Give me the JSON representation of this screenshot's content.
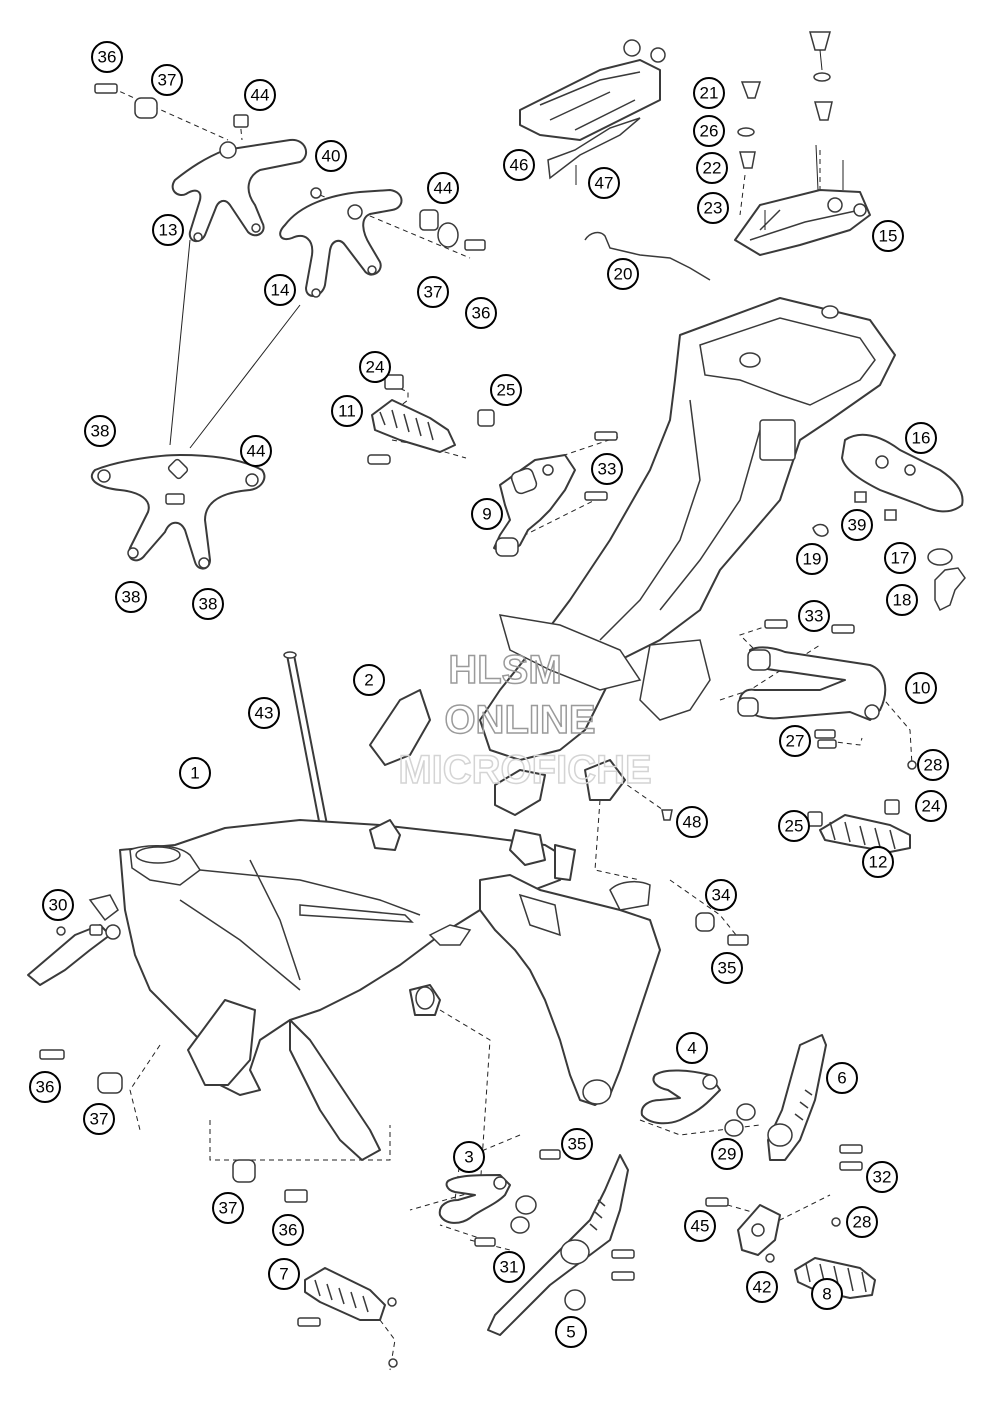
{
  "watermark": {
    "line1": "HLSM",
    "line2": "ONLINE",
    "line3": "MICROFICHE"
  },
  "callouts": [
    {
      "id": "c1",
      "label": "1"
    },
    {
      "id": "c2",
      "label": "2"
    },
    {
      "id": "c3",
      "label": "3"
    },
    {
      "id": "c4",
      "label": "4"
    },
    {
      "id": "c5",
      "label": "5"
    },
    {
      "id": "c6",
      "label": "6"
    },
    {
      "id": "c7",
      "label": "7"
    },
    {
      "id": "c8",
      "label": "8"
    },
    {
      "id": "c9",
      "label": "9"
    },
    {
      "id": "c10",
      "label": "10"
    },
    {
      "id": "c11",
      "label": "11"
    },
    {
      "id": "c12",
      "label": "12"
    },
    {
      "id": "c13",
      "label": "13"
    },
    {
      "id": "c14",
      "label": "14"
    },
    {
      "id": "c15",
      "label": "15"
    },
    {
      "id": "c16",
      "label": "16"
    },
    {
      "id": "c17",
      "label": "17"
    },
    {
      "id": "c18",
      "label": "18"
    },
    {
      "id": "c19",
      "label": "19"
    },
    {
      "id": "c20",
      "label": "20"
    },
    {
      "id": "c21",
      "label": "21"
    },
    {
      "id": "c22",
      "label": "22"
    },
    {
      "id": "c23",
      "label": "23"
    },
    {
      "id": "c24a",
      "label": "24"
    },
    {
      "id": "c24b",
      "label": "24"
    },
    {
      "id": "c25a",
      "label": "25"
    },
    {
      "id": "c25b",
      "label": "25"
    },
    {
      "id": "c26",
      "label": "26"
    },
    {
      "id": "c27",
      "label": "27"
    },
    {
      "id": "c28a",
      "label": "28"
    },
    {
      "id": "c28b",
      "label": "28"
    },
    {
      "id": "c29",
      "label": "29"
    },
    {
      "id": "c30",
      "label": "30"
    },
    {
      "id": "c31",
      "label": "31"
    },
    {
      "id": "c32",
      "label": "32"
    },
    {
      "id": "c33a",
      "label": "33"
    },
    {
      "id": "c33b",
      "label": "33"
    },
    {
      "id": "c34",
      "label": "34"
    },
    {
      "id": "c35a",
      "label": "35"
    },
    {
      "id": "c35b",
      "label": "35"
    },
    {
      "id": "c36a",
      "label": "36"
    },
    {
      "id": "c36b",
      "label": "36"
    },
    {
      "id": "c36c",
      "label": "36"
    },
    {
      "id": "c36d",
      "label": "36"
    },
    {
      "id": "c37a",
      "label": "37"
    },
    {
      "id": "c37b",
      "label": "37"
    },
    {
      "id": "c37c",
      "label": "37"
    },
    {
      "id": "c37d",
      "label": "37"
    },
    {
      "id": "c38a",
      "label": "38"
    },
    {
      "id": "c38b",
      "label": "38"
    },
    {
      "id": "c38c",
      "label": "38"
    },
    {
      "id": "c39",
      "label": "39"
    },
    {
      "id": "c40",
      "label": "40"
    },
    {
      "id": "c42",
      "label": "42"
    },
    {
      "id": "c43",
      "label": "43"
    },
    {
      "id": "c44a",
      "label": "44"
    },
    {
      "id": "c44b",
      "label": "44"
    },
    {
      "id": "c44c",
      "label": "44"
    },
    {
      "id": "c45",
      "label": "45"
    },
    {
      "id": "c46",
      "label": "46"
    },
    {
      "id": "c47",
      "label": "47"
    },
    {
      "id": "c48",
      "label": "48"
    }
  ]
}
